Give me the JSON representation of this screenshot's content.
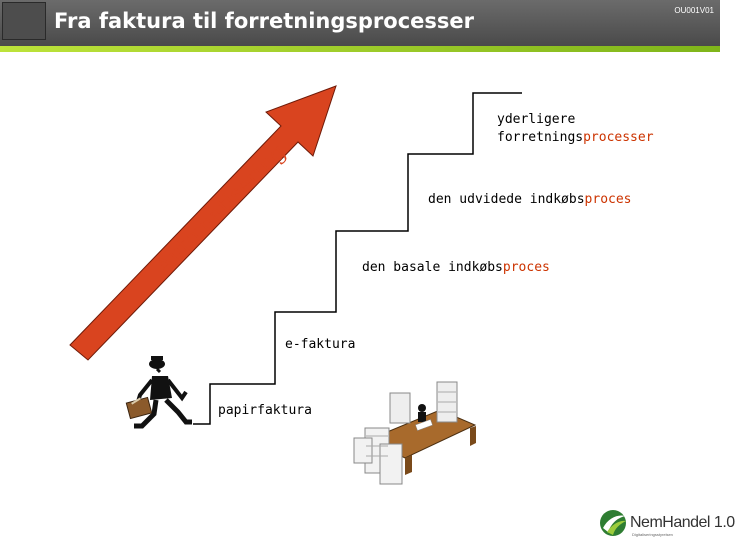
{
  "header": {
    "title": "Fra faktura til forretningsprocesser",
    "code": "OU001V01"
  },
  "arrow": {
    "label": "Automatisering",
    "color": "#d9441f"
  },
  "steps": [
    {
      "plain": "papirfaktura",
      "accent": ""
    },
    {
      "plain": "e-faktura",
      "accent": ""
    },
    {
      "plain": "den basale indkøbs",
      "accent": "proces"
    },
    {
      "plain": "den udvidede indkøbs",
      "accent": "proces"
    },
    {
      "plain": "yderligere",
      "accent": ""
    },
    {
      "plain": "forretnings",
      "accent": "processer"
    }
  ],
  "logo": {
    "brand": "NemHandel 1.0",
    "tagline": "Digitaliseringsstyrelsen"
  },
  "colors": {
    "accent_text": "#cc3300",
    "header_bg": "#555555",
    "header_stripe": "#9acd32"
  }
}
